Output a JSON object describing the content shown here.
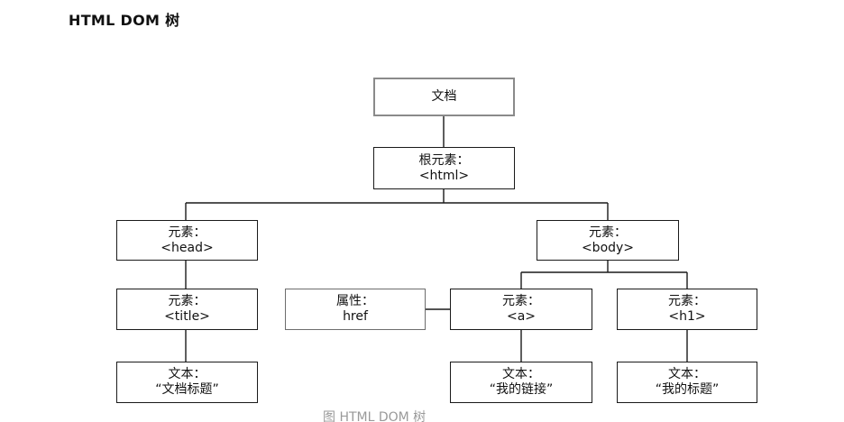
{
  "title": "HTML DOM 树",
  "nodes": {
    "document": {
      "label": "文档"
    },
    "html": {
      "line1": "根元素：",
      "line2": "<html>"
    },
    "head": {
      "line1": "元素：",
      "line2": "<head>"
    },
    "body": {
      "line1": "元素：",
      "line2": "<body>"
    },
    "title_el": {
      "line1": "元素：",
      "line2": "<title>"
    },
    "attr": {
      "line1": "属性：",
      "line2": "href"
    },
    "a": {
      "line1": "元素：",
      "line2": "<a>"
    },
    "h1": {
      "line1": "元素：",
      "line2": "<h1>"
    },
    "text_title": {
      "line1": "文本：",
      "line2": "“文档标题”"
    },
    "text_link": {
      "line1": "文本：",
      "line2": "“我的链接”"
    },
    "text_h1": {
      "line1": "文本：",
      "line2": "“我的标题”"
    }
  },
  "caption": "图 HTML DOM 树"
}
